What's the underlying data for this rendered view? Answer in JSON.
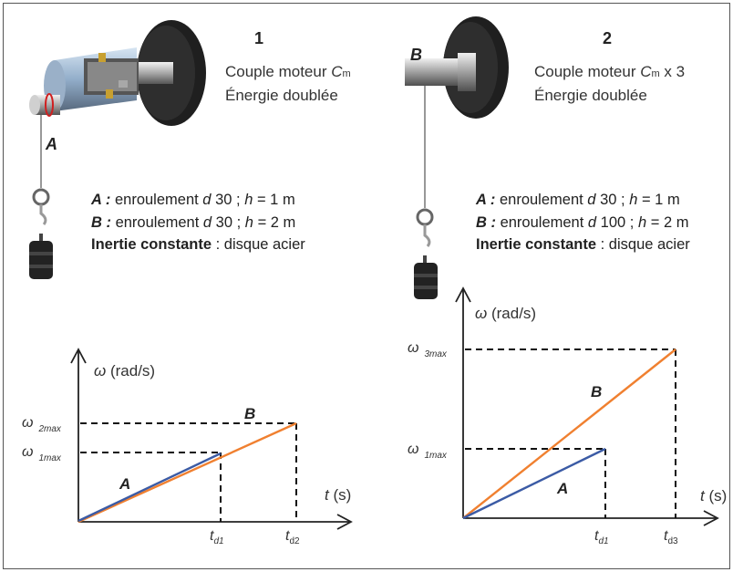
{
  "panel1": {
    "number": "1",
    "line1_prefix": "Couple moteur ",
    "line1_var": "C",
    "line1_sub": "m",
    "line2": "Énergie doublée",
    "pulley_label": "A",
    "spec_a_key": "A :",
    "spec_a_text1": " enroulement ",
    "spec_a_var": "d",
    "spec_a_text2": " 30 ; ",
    "spec_a_hvar": "h",
    "spec_a_text3": " = 1 m",
    "spec_b_key": "B :",
    "spec_b_text1": " enroulement ",
    "spec_b_var": "d",
    "spec_b_text2": " 30 ; ",
    "spec_b_hvar": "h",
    "spec_b_text3": " = 2 m",
    "spec_c_key": "Inertie constante",
    "spec_c_text": " : disque acier"
  },
  "panel2": {
    "number": "2",
    "line1_prefix": "Couple moteur ",
    "line1_var": "C",
    "line1_sub": "m",
    "line1_suffix": " x 3",
    "line2": "Énergie doublée",
    "pulley_label": "B",
    "spec_a_key": "A :",
    "spec_a_text1": " enroulement ",
    "spec_a_var": "d",
    "spec_a_text2": " 30 ; ",
    "spec_a_hvar": "h",
    "spec_a_text3": " = 1 m",
    "spec_b_key": "B :",
    "spec_b_text1": " enroulement ",
    "spec_b_var": "d",
    "spec_b_text2": " 100 ; ",
    "spec_b_hvar": "h",
    "spec_b_text3": " = 2 m",
    "spec_c_key": "Inertie constante",
    "spec_c_text": " : disque acier"
  },
  "chart_data": [
    {
      "type": "line",
      "ylabel_var": "ω",
      "ylabel_unit": " (rad/s)",
      "xlabel_var": "t",
      "xlabel_unit": " (s)",
      "y_ticks": [
        {
          "var": "ω",
          "sub": "1max"
        },
        {
          "var": "ω",
          "sub": "2max"
        }
      ],
      "x_ticks": [
        {
          "var": "t",
          "sub": "d1"
        },
        {
          "var": "t",
          "sub": "d2"
        }
      ],
      "series": [
        {
          "name": "A",
          "color": "#3b5ba5"
        },
        {
          "name": "B",
          "color": "#f08030"
        }
      ]
    },
    {
      "type": "line",
      "ylabel_var": "ω",
      "ylabel_unit": " (rad/s)",
      "xlabel_var": "t",
      "xlabel_unit": " (s)",
      "y_ticks": [
        {
          "var": "ω",
          "sub": "1max"
        },
        {
          "var": "ω",
          "sub": "3max"
        }
      ],
      "x_ticks": [
        {
          "var": "t",
          "sub": "d1"
        },
        {
          "var": "t",
          "sub": "d3"
        }
      ],
      "series": [
        {
          "name": "A",
          "color": "#3b5ba5"
        },
        {
          "name": "B",
          "color": "#f08030"
        }
      ]
    }
  ]
}
